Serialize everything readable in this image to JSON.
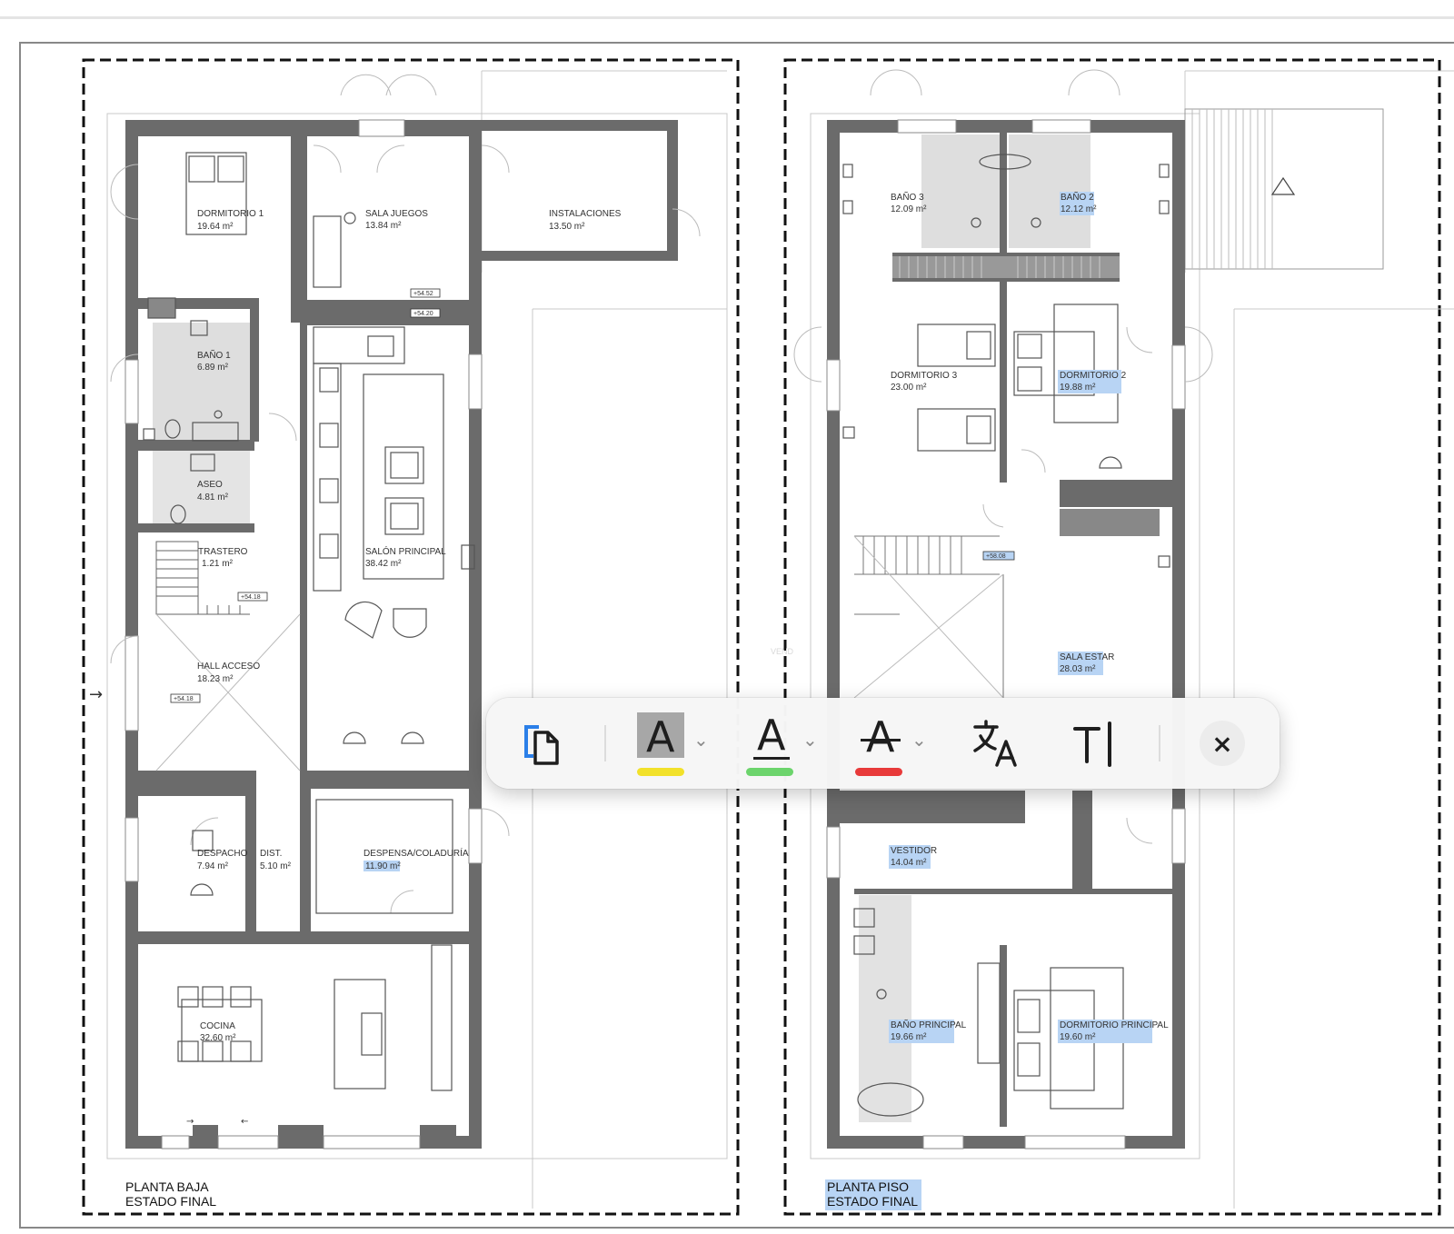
{
  "plans": {
    "ground": {
      "title_line1": "PLANTA BAJA",
      "title_line2": "ESTADO FINAL",
      "rooms": [
        {
          "name": "DORMITORIO 1",
          "area": "19.64 m²"
        },
        {
          "name": "SALA JUEGOS",
          "area": "13.84 m²"
        },
        {
          "name": "INSTALACIONES",
          "area": "13.50 m²"
        },
        {
          "name": "BAÑO 1",
          "area": "6.89 m²"
        },
        {
          "name": "ASEO",
          "area": "4.81 m²"
        },
        {
          "name": "TRASTERO",
          "area": "1.21 m²"
        },
        {
          "name": "SALÓN PRINCIPAL",
          "area": "38.42 m²"
        },
        {
          "name": "HALL ACCESO",
          "area": "18.23 m²"
        },
        {
          "name": "DESPACHO",
          "area": "7.94 m²"
        },
        {
          "name": "DIST.",
          "area": "5.10 m²"
        },
        {
          "name": "DESPENSA/COLADURÍA",
          "area": "11.90 m²"
        },
        {
          "name": "COCINA",
          "area": "32.60 m²"
        }
      ],
      "levels": [
        "+54.52",
        "+54.20",
        "+54.18",
        "+54.18"
      ]
    },
    "upper": {
      "title_line1": "PLANTA PISO",
      "title_line2": "ESTADO FINAL",
      "rooms": [
        {
          "name": "BAÑO 3",
          "area": "12.09 m²"
        },
        {
          "name": "BAÑO 2",
          "area": "12.12 m²"
        },
        {
          "name": "DORMITORIO 3",
          "area": "23.00 m²"
        },
        {
          "name": "DORMITORIO 2",
          "area": "19.88 m²"
        },
        {
          "name": "SALA ESTAR",
          "area": "28.03 m²"
        },
        {
          "name": "VESTIDOR",
          "area": "14.04 m²"
        },
        {
          "name": "BAÑO PRINCIPAL",
          "area": "19.66 m²"
        },
        {
          "name": "DORMITORIO PRINCIPAL",
          "area": "19.60 m²"
        }
      ],
      "levels": [
        "+58.08"
      ]
    }
  },
  "watermark": {
    "text": "VEND"
  },
  "toolbar": {
    "items": [
      {
        "icon": "copy-document-icon"
      },
      {
        "icon": "highlight-icon",
        "letter": "A",
        "color": "#f2e12a"
      },
      {
        "icon": "underline-icon",
        "letter": "A",
        "color": "#6cd46c"
      },
      {
        "icon": "strikethrough-icon",
        "letter": "A",
        "color": "#e83a3a"
      },
      {
        "icon": "translate-icon"
      },
      {
        "icon": "text-recognition-icon"
      },
      {
        "icon": "close-icon",
        "label": "×"
      }
    ]
  },
  "colors": {
    "wall": "#6b6b6b",
    "selection": "#b8d4f4",
    "tile": "#dedede"
  }
}
